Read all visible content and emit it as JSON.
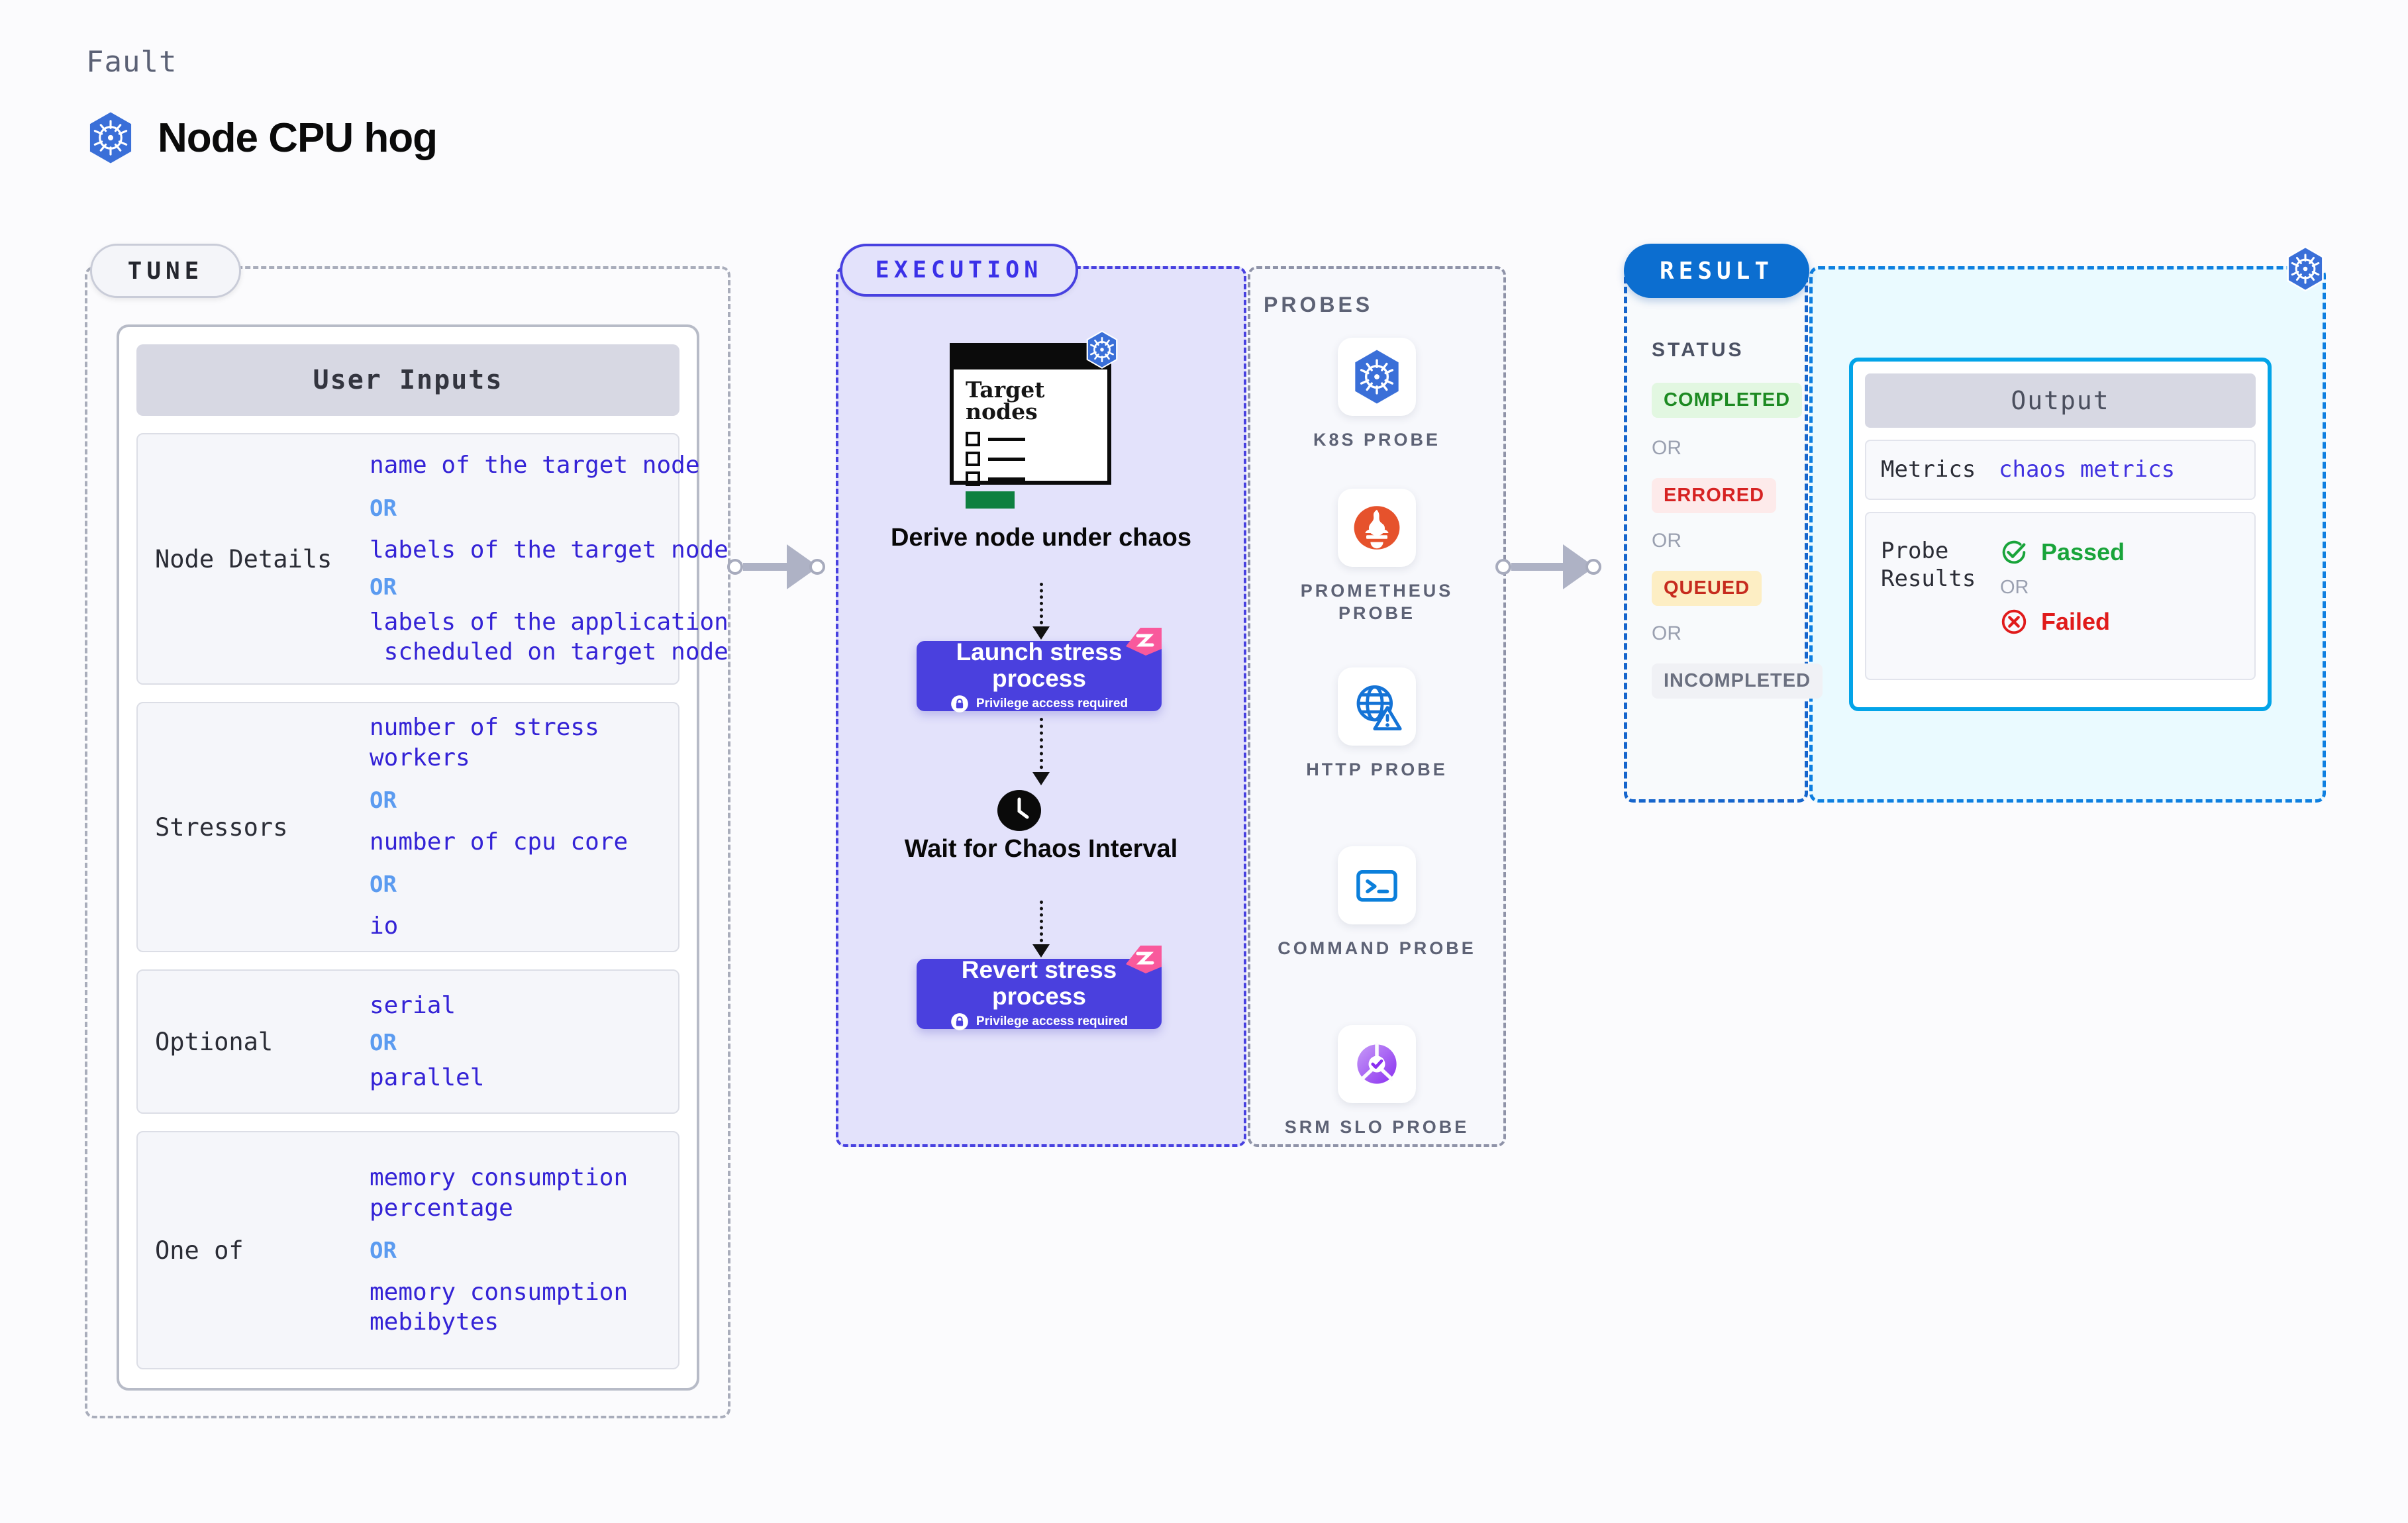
{
  "header": {
    "kicker": "Fault",
    "title": "Node CPU hog",
    "icon": "kubernetes-icon"
  },
  "tune": {
    "tag": "TUNE",
    "card_title": "User Inputs",
    "rows": [
      {
        "key": "Node Details",
        "values": [
          "name of the target node",
          "labels of the target node",
          "labels of the application\n scheduled on target node"
        ],
        "separator": "OR"
      },
      {
        "key": "Stressors",
        "values": [
          "number of stress workers",
          "number of cpu core",
          "io"
        ],
        "separator": "OR"
      },
      {
        "key": "Optional",
        "values": [
          "serial",
          "parallel"
        ],
        "separator": "OR"
      },
      {
        "key": "One of",
        "values": [
          "memory consumption percentage",
          "memory consumption mebibytes"
        ],
        "separator": "OR"
      }
    ]
  },
  "execution": {
    "tag": "EXECUTION",
    "target_card": {
      "title_line1": "Target",
      "title_line2": "nodes",
      "icon": "kubernetes-icon"
    },
    "steps": [
      {
        "label": "Derive node under chaos",
        "type": "plain"
      },
      {
        "label": "Launch stress process",
        "type": "process",
        "note": "Privilege access required",
        "note_icon": "lock-icon"
      },
      {
        "label": "Wait for Chaos Interval",
        "type": "clock",
        "icon": "clock-icon"
      },
      {
        "label": "Revert stress process",
        "type": "process",
        "note": "Privilege access required",
        "note_icon": "lock-icon"
      }
    ]
  },
  "probes": {
    "label": "PROBES",
    "items": [
      {
        "label": "K8S PROBE",
        "icon": "kubernetes-icon"
      },
      {
        "label": "PROMETHEUS PROBE",
        "icon": "prometheus-icon"
      },
      {
        "label": "HTTP PROBE",
        "icon": "globe-warning-icon"
      },
      {
        "label": "COMMAND PROBE",
        "icon": "terminal-icon"
      },
      {
        "label": "SRM SLO PROBE",
        "icon": "slo-donut-check-icon"
      }
    ]
  },
  "result": {
    "tag": "RESULT",
    "status_label": "STATUS",
    "separator": "OR",
    "statuses": [
      {
        "label": "COMPLETED",
        "bg": "#e2f7e1",
        "fg": "#1d8a22"
      },
      {
        "label": "ERRORED",
        "bg": "#fdeaea",
        "fg": "#d62222"
      },
      {
        "label": "QUEUED",
        "bg": "#fdeec4",
        "fg": "#c62b1e"
      },
      {
        "label": "INCOMPLETED",
        "bg": "#f0f1f5",
        "fg": "#6b7080"
      }
    ],
    "output": {
      "title": "Output",
      "icon": "kubernetes-icon",
      "rows": [
        {
          "key": "Metrics",
          "value": "chaos metrics"
        },
        {
          "key": "Probe Results",
          "pass": "Passed",
          "fail": "Failed",
          "separator": "OR",
          "pass_icon": "check-circle-icon",
          "fail_icon": "x-circle-icon"
        }
      ]
    }
  },
  "colors": {
    "brand_indigo": "#4a40de",
    "k8s_blue": "#3a6fd8",
    "result_blue": "#0c6ed0",
    "output_cyan": "#03a4e8",
    "pass_green": "#19a43a",
    "fail_red": "#e01b1b",
    "pink_ribbon": "#f9599c"
  }
}
